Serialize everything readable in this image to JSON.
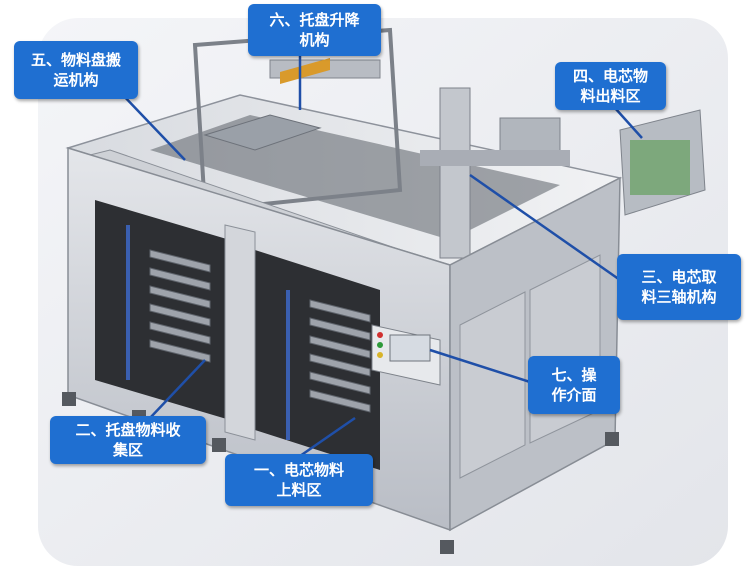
{
  "colors": {
    "callout_fill": "#1f6fd1",
    "callout_text": "#ffffff",
    "frame_panel": "#c9ccd3",
    "tray_rail": "#3a5fb0",
    "accent_orange": "#d99a2b"
  },
  "callouts": {
    "c1": "一、电芯物料\n上料区",
    "c2": "二、托盘物料收\n集区",
    "c3": "三、电芯取\n料三轴机构",
    "c4": "四、电芯物\n料出料区",
    "c5": "五、物料盘搬\n运机构",
    "c6": "六、托盘升降\n机构",
    "c7": "七、操\n作介面"
  }
}
